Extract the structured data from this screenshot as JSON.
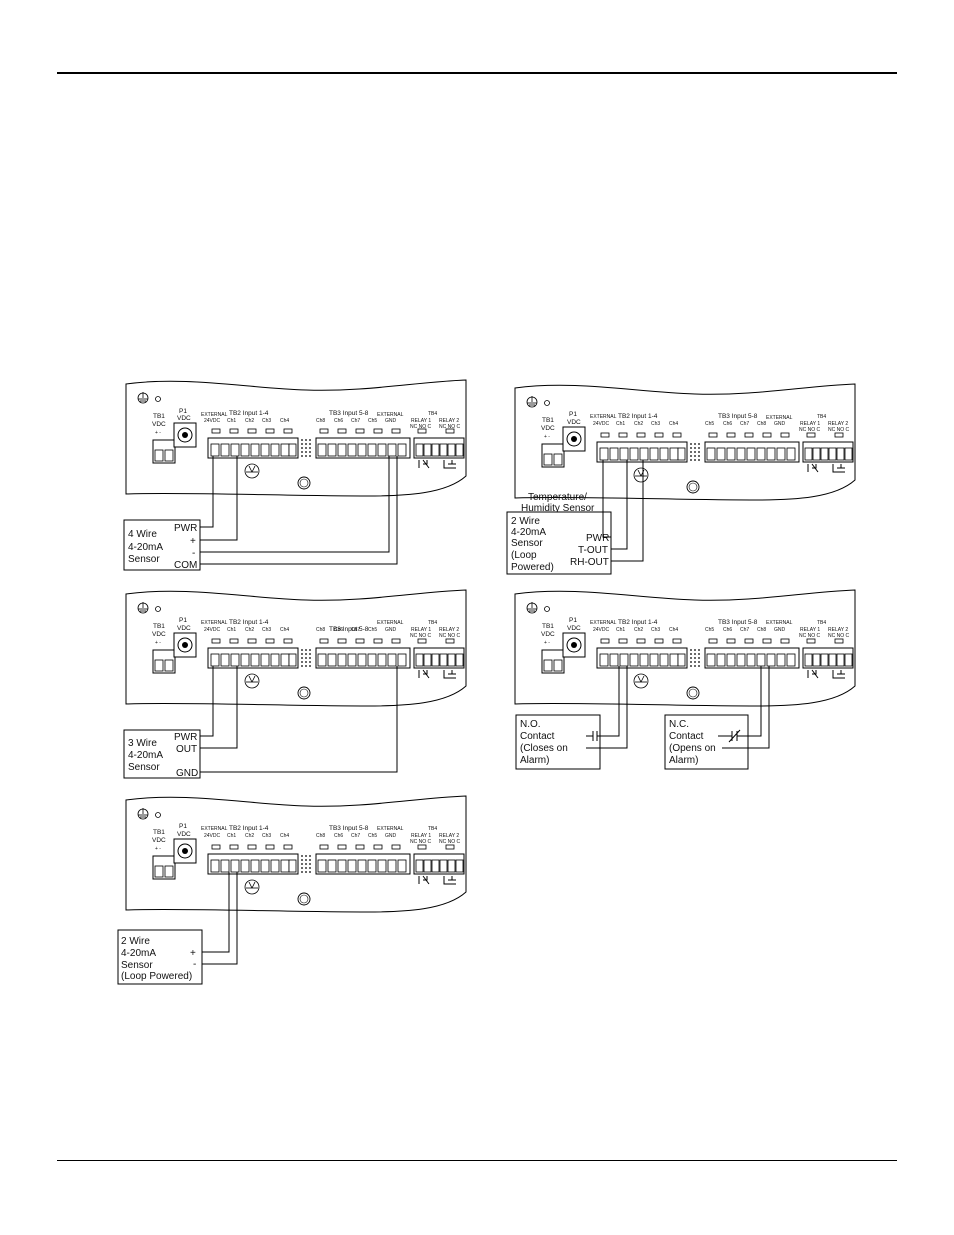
{
  "board": {
    "tb1_title": "TB1",
    "tb1_sub": "VDC",
    "tb1_pol": "+  -",
    "p1_title": "P1",
    "p1_sub": "VDC",
    "external": "EXTERNAL",
    "v24": "24VDC",
    "tb2": "TB2 Input 1-4",
    "tb3": "TB3 Input 5-8",
    "ext_gnd_a": "EXTERNAL",
    "ext_gnd_b": "GND",
    "tb4": "TB4",
    "relay1": "RELAY 1",
    "relay2": "RELAY 2",
    "relay_contacts": "NC NO C",
    "ch_low": [
      "Ch1",
      "Ch2",
      "Ch3",
      "Ch4"
    ],
    "ch_high": [
      "Ch5",
      "Ch6",
      "Ch7",
      "Ch8"
    ]
  },
  "sensor_4wire": {
    "lines": [
      "4 Wire",
      "4-20mA",
      "Sensor"
    ],
    "terminals": [
      "PWR",
      "+",
      "-",
      "COM"
    ]
  },
  "sensor_3wire": {
    "lines": [
      "3 Wire",
      "4-20mA",
      "Sensor"
    ],
    "terminals": [
      "PWR",
      "OUT",
      "GND"
    ]
  },
  "sensor_2wire": {
    "lines": [
      "2 Wire",
      "4-20mA",
      "Sensor",
      "(Loop Powered)"
    ],
    "terminals": [
      "+",
      "-"
    ]
  },
  "sensor_th": {
    "caption": [
      "Temperature/",
      "Humidity Sensor"
    ],
    "lines": [
      "2 Wire",
      "4-20mA",
      "Sensor",
      "(Loop",
      "Powered)"
    ],
    "terminals": [
      "PWR",
      "T-OUT",
      "RH-OUT"
    ]
  },
  "contact_no": {
    "lines": [
      "N.O.",
      "Contact",
      "(Closes on",
      "Alarm)"
    ]
  },
  "contact_nc": {
    "lines": [
      "N.C.",
      "Contact",
      "(Opens on",
      "Alarm)"
    ]
  }
}
